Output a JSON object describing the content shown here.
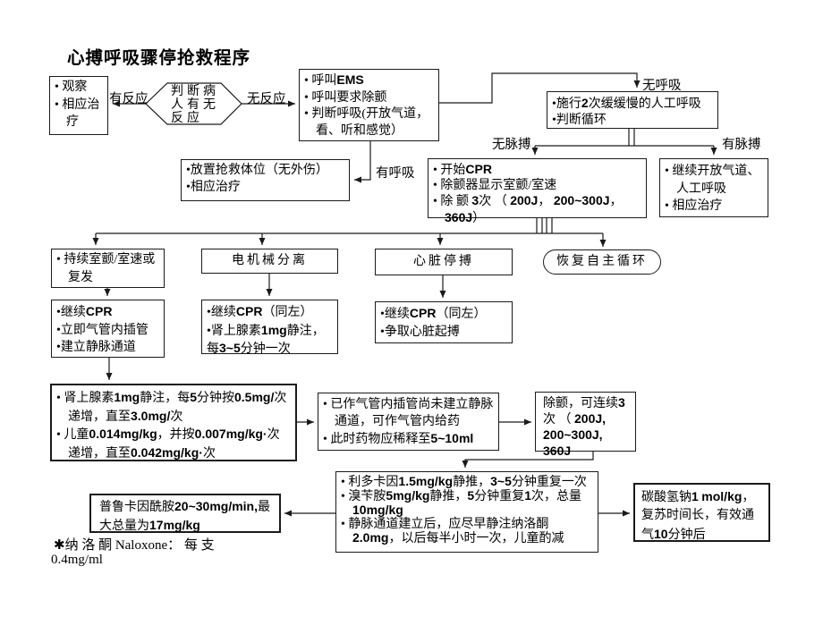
{
  "title": "心搏呼吸骤停抢救程序",
  "labels": {
    "responsive": "有反应",
    "unresponsive": "无反应",
    "no_breathing": "无呼吸",
    "breathing": "有呼吸",
    "no_pulse": "无脉搏",
    "pulse": "有脉搏"
  },
  "nodes": {
    "assess": {
      "text": "判断病人有无反应"
    },
    "observe": {
      "items": [
        "• 观察",
        "• 相应治疗"
      ]
    },
    "call": {
      "items": [
        "• 呼叫EMS",
        "• 呼叫要求除颤",
        "• 判断呼吸(开放气道，看、听和感觉）"
      ]
    },
    "position": {
      "items": [
        "•放置抢救体位（无外伤）",
        "•相应治疗"
      ]
    },
    "rescue_breaths": {
      "items": [
        "•施行2次缓缓慢的人工呼吸",
        "•判断循环"
      ]
    },
    "start_cpr": {
      "items": [
        "• 开始CPR",
        "• 除颤器显示室颤/室速",
        "• 除 颤 3次 （ 200J， 200~300J， 360J）"
      ]
    },
    "keep_airway": {
      "items": [
        "• 继续开放气道、人工呼吸",
        "• 相应治疗"
      ]
    },
    "vf": {
      "items": [
        "• 持续室颤/室速或复发"
      ]
    },
    "emd": {
      "text": "电机械分离"
    },
    "asystole": {
      "text": "心脏停搏"
    },
    "rosc": {
      "text": "恢复自主循环"
    },
    "cpr_vf": {
      "items": [
        "•继续CPR",
        "•立即气管内插管",
        "•建立静脉通道"
      ]
    },
    "cpr_emd": {
      "items": [
        "•继续CPR（同左）",
        "•肾上腺素1mg静注，每3~5分钟一次"
      ]
    },
    "cpr_asys": {
      "items": [
        "•继续CPR（同左）",
        "•争取心脏起搏"
      ]
    },
    "epinephrine": {
      "items": [
        "• 肾上腺素1mg静注，每5分钟按0.5mg/次递增，直至3.0mg/次",
        "• 儿童0.014mg/kg，并按0.007mg/kg·次递增，直至0.042mg/kg·次"
      ]
    },
    "et_drugs": {
      "items": [
        "• 已作气管内插管尚未建立静脉通道，可作气管内给药",
        "• 此时药物应稀释至5~10ml"
      ]
    },
    "defib3": {
      "text": "除颤，可连续3次 （ 200J, 200~300J, 360J"
    },
    "antiarrhythmics": {
      "items": [
        "• 利多卡因1.5mg/kg静推，3~5分钟重复一次",
        "• 溴苄胺5mg/kg静推，5分钟重复1次，总量10mg/kg",
        "• 静脉通道建立后，应尽早静注纳洛酮2.0mg，以后每半小时一次，儿童酌减"
      ]
    },
    "procainamide": {
      "text": "普鲁卡因酰胺20~30mg/min,最大总量为17mg/kg"
    },
    "bicarbonate": {
      "text": "碳酸氢钠1 mol/kg，复苏时间长，有效通气10分钟后"
    }
  },
  "footnote": {
    "line1": "✱纳 洛 酮    Naloxone：  每 支",
    "line2": "0.4mg/ml"
  },
  "colors": {
    "line": "#1a1a1a",
    "text": "#000000",
    "background": "#ffffff"
  }
}
